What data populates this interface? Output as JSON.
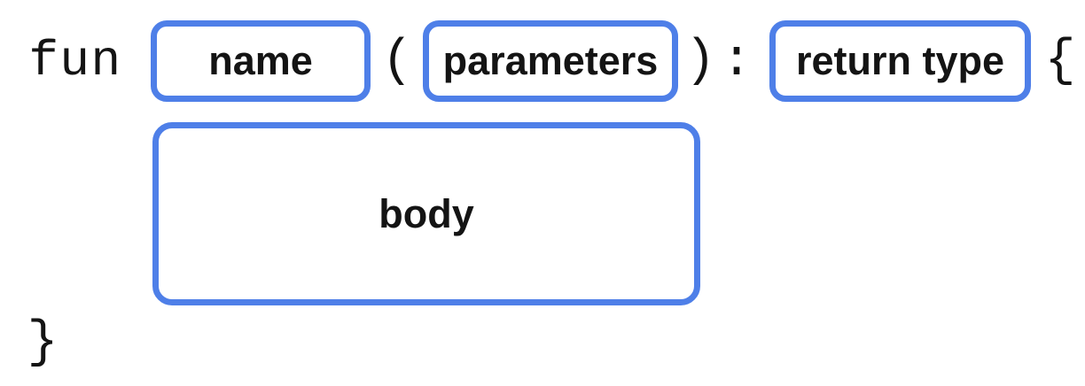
{
  "colors": {
    "accent": "#4E7FE8",
    "ink": "#141414",
    "background": "#FFFFFF"
  },
  "tokens": {
    "keyword": "fun",
    "open_paren": "(",
    "close_paren": ")",
    "colon": ":",
    "open_brace": "{",
    "close_brace": "}"
  },
  "slots": {
    "name": {
      "label": "name"
    },
    "parameters": {
      "label": "parameters"
    },
    "return_type": {
      "label": "return type"
    },
    "body": {
      "label": "body"
    }
  }
}
